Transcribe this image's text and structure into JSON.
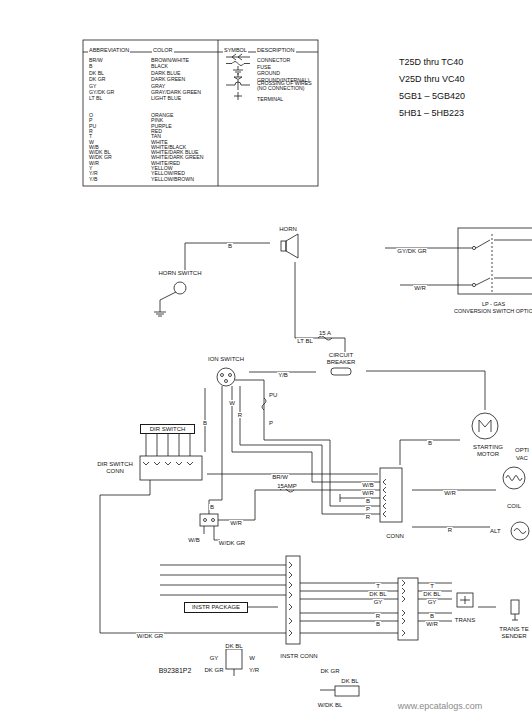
{
  "diagram": {
    "nodes": [
      {
        "text": [
          "HORN"
        ]
      },
      {
        "text": [
          "LP - GAS",
          "CONVERSION SWITCH OPTIO"
        ]
      },
      {
        "text": [
          "HORN SWITCH"
        ]
      },
      {
        "text": [
          "ION SWITCH"
        ]
      },
      {
        "text": [
          "CIRCUIT BREAKER"
        ]
      },
      {
        "text": [
          "STARTING MOTOR"
        ]
      },
      {
        "text": [
          "DIR SWITCH"
        ]
      },
      {
        "text": [
          "DIR SWITCH CONN"
        ]
      },
      {
        "text": [
          "COIL"
        ]
      },
      {
        "text": [
          "CONN"
        ]
      },
      {
        "text": [
          "ALT"
        ]
      },
      {
        "text": [
          "TRANS"
        ]
      },
      {
        "text": [
          "INSTR PACKAGE"
        ]
      },
      {
        "text": [
          "INSTR CONN"
        ]
      },
      {
        "text": [
          "TRANS TE SENDER"
        ]
      }
    ],
    "edges": [
      {
        "from": 2,
        "to": 0,
        "arrow": "none",
        "label": "B"
      },
      {
        "from": 0,
        "to": 4,
        "arrow": "none",
        "label": "LT BL"
      },
      {
        "from": 3,
        "to": 4,
        "arrow": "none",
        "label": "Y/B"
      },
      {
        "from": 3,
        "to": 7,
        "arrow": "none",
        "label": "B"
      },
      {
        "from": 7,
        "to": 9,
        "arrow": "none",
        "label": "BR/W"
      },
      {
        "from": 9,
        "to": 10,
        "arrow": "none",
        "label": "R"
      },
      {
        "from": 9,
        "to": 8,
        "arrow": "none",
        "label": "W/R"
      },
      {
        "from": 9,
        "to": 5,
        "arrow": "none",
        "label": "B"
      },
      {
        "from": 13,
        "to": 12,
        "arrow": "none"
      },
      {
        "from": 11,
        "to": 14,
        "arrow": "none"
      },
      {
        "from": 4,
        "to": 5,
        "arrow": "none"
      }
    ],
    "labels": [
      "T25D thru TC40",
      "V25D thru VC40",
      "5GB1 – 5GB420",
      "5HB1 – 5HB223",
      "ABBREVIATION",
      "COLOR",
      "SYMBOL",
      "DESCRIPTION",
      "BR/W",
      "BROWN/WHITE",
      "B",
      "BLACK",
      "DK BL",
      "DARK BLUE",
      "DK GR",
      "DARK GREEN",
      "GY",
      "GRAY",
      "GY/DK GR",
      "GRAY/DARK GREEN",
      "LT BL",
      "LIGHT BLUE",
      "O",
      "ORANGE",
      "P",
      "PINK",
      "PU",
      "PURPLE",
      "R",
      "RED",
      "T",
      "TAN",
      "W",
      "WHITE",
      "W/B",
      "WHITE/BLACK",
      "W/DK BL",
      "WHITE/DARK BLUE",
      "W/DK GR",
      "WHITE/DARK GREEN",
      "W/R",
      "WHITE/RED",
      "Y",
      "YELLOW",
      "Y/R",
      "YELLOW/RED",
      "Y/B",
      "YELLOW/BROWN",
      "GY/DK GR",
      "W/R",
      "15 A",
      "PU",
      "P",
      "W",
      "R",
      "15AMP",
      "W/B",
      "W/R",
      "B",
      "P",
      "R",
      "B",
      "W/R",
      "W/B",
      "W/DK GR",
      "W/DK GR",
      "T",
      "DK BL",
      "GY",
      "R",
      "B",
      "T",
      "DK BL",
      "GY",
      "B",
      "W/R",
      "OPTI",
      "VAC",
      "B92381P2",
      "DK BL",
      "GY",
      "W",
      "DK GR",
      "Y/R",
      "DK GR",
      "DK BL",
      "W/DK BL",
      "www.epcatalogs.com"
    ],
    "legend": [
      {
        "text": "CONNECTOR"
      },
      {
        "text": "FUSE"
      },
      {
        "text": "GROUND"
      },
      {
        "text": "GROUND(INTERNAL)"
      },
      {
        "text": "CROSSING OF WIRES (NO CONNECTION)"
      },
      {
        "text": "TERMINAL"
      }
    ]
  }
}
